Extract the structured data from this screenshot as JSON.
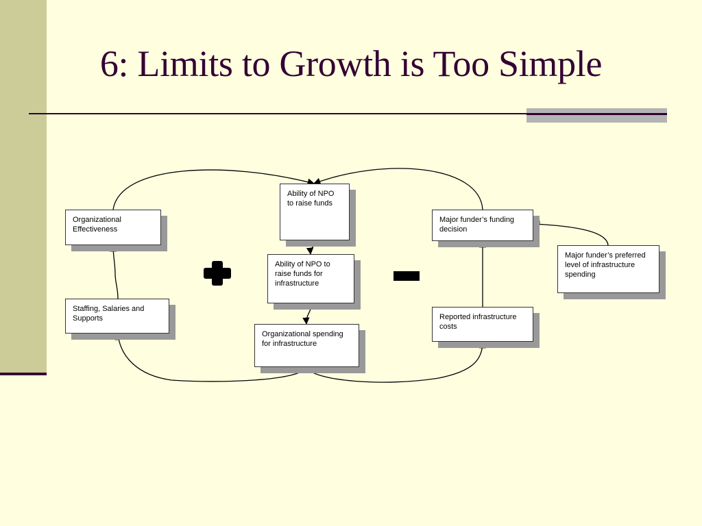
{
  "slide": {
    "title": "6: Limits to Growth is Too Simple"
  },
  "diagram": {
    "nodes": {
      "org_effectiveness": "Organizational\nEffectiveness",
      "staffing": "Staffing, Salaries and\nSupports",
      "ability_raise_funds": "Ability of NPO\nto raise funds",
      "ability_infra": "Ability of NPO to\nraise funds for\ninfrastructure",
      "org_spending_infra": "Organizational spending\nfor infrastructure",
      "funder_decision": "Major funder’s funding\ndecision",
      "reported_costs": "Reported infrastructure\ncosts",
      "funder_preferred": "Major funder’s preferred\nlevel of infrastructure\nspending"
    },
    "loop_signs": {
      "left": "plus",
      "right": "minus"
    }
  },
  "colors": {
    "background": "#FFFFE0",
    "sidebar": "#CCCC99",
    "title": "#330033",
    "shadow": "#999999"
  }
}
